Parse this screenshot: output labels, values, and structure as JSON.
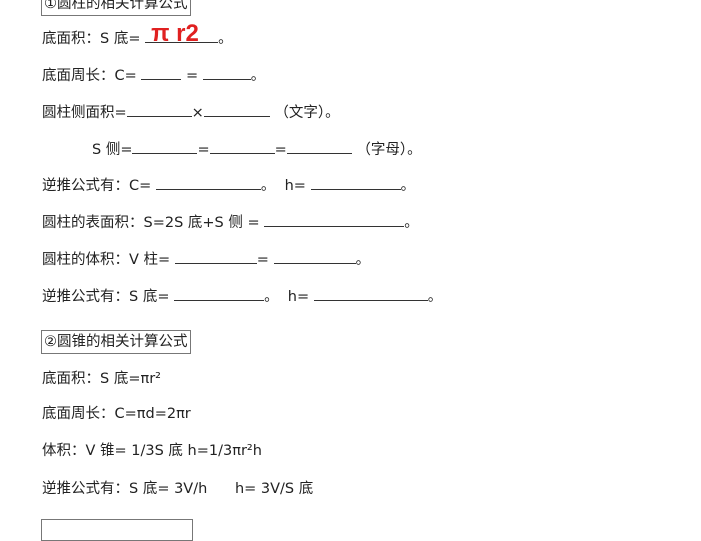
{
  "cylinder": {
    "header": "①圆柱的相关计算公式",
    "l1_prefix": "底面积：S 底=",
    "l1_answer": "π r2",
    "l1_end": "。",
    "l2_prefix": "底面周长：C=",
    "l2_mid": "=",
    "l2_end": "。",
    "l3_prefix": "圆柱侧面积=",
    "l3_mid": "×",
    "l3_end": "（文字）。",
    "l4_prefix": "S 侧=",
    "l4_eq": "=",
    "l4_end": "（字母）。",
    "l5_prefix": "逆推公式有：C=",
    "l5_mid": "。  h=",
    "l5_end": "。",
    "l6_prefix": "圆柱的表面积：S=2S 底+S 侧  =",
    "l6_end": "。",
    "l7_prefix": "圆柱的体积：V 柱=",
    "l7_mid": "=",
    "l7_end": "。",
    "l8_prefix": "逆推公式有：S 底=",
    "l8_mid": "。  h=",
    "l8_end": "。"
  },
  "cone": {
    "header": "②圆锥的相关计算公式",
    "lines": [
      "底面积：S 底=πr²",
      "底面周长：C=πd=2πr",
      "体积：V 锥= 1/3S 底 h=1/3πr²h",
      "逆推公式有：S 底= 3V/h      h= 3V/S 底"
    ]
  },
  "colors": {
    "answer": "#e02020"
  }
}
